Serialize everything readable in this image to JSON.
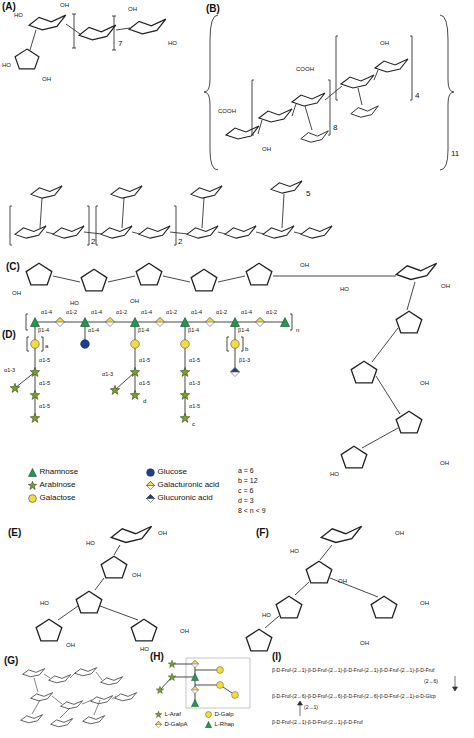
{
  "diagram": {
    "labels": [
      "(A)",
      "(B)",
      "(C)",
      "(D)",
      "(E)",
      "(F)",
      "(G)",
      "(H)",
      "(I)",
      "7",
      "8",
      "4",
      "11",
      "2",
      "2",
      "5",
      "OH",
      "HO",
      "OH",
      "HO",
      "OH",
      "HO",
      "COOH",
      "COOH",
      "OH",
      "OH",
      "OH",
      "HO",
      "OH",
      "OH",
      "HO",
      "OH",
      "OH",
      "OH",
      "HO",
      "OH",
      "HO",
      "OH",
      "HO",
      "OH",
      "OH",
      "HO",
      "OH",
      "HO",
      "OH",
      "HO",
      "OH",
      "OH",
      "a = 6",
      "b = 12",
      "c = 6",
      "d = 3",
      "8 < n < 9",
      "α1-4",
      "α1-2",
      "α1-4",
      "α1-2",
      "α1-4",
      "α1-2",
      "α1-4",
      "α1-2",
      "α1-4",
      "α1-2",
      "n",
      "β1-4",
      "α1-4",
      "β1-4",
      "β1-4",
      "β1-4",
      "a",
      "b",
      "α1-5",
      "α1-5",
      "α1-3",
      "α1-5",
      "α1-5",
      "α1-3",
      "d",
      "α1-5",
      "α1-3",
      "α1-5",
      "c",
      "β1-3",
      "α1-5",
      "β-D-Fruf-(2→1)-β-D-Fruf-(2→1)-β-D-Fruf-(2→1)-β-D-Fruf-(2→1)-β-D-Fruf",
      "(2→6)",
      "β-D-Fruf-(2→6)-β-D-Fruf-(2→6)-β-D-Fruf-(2→6)-β-D-Fruf-(2→1)-α-D-Glcp",
      "(2→1)",
      "β-D-Fruf-(2→1)-β-D-Fruf-(2→1)-β-D-Fruf"
    ],
    "legend": [
      {
        "text": "Rhamnose",
        "color": "#1f9a4c"
      },
      {
        "text": "Glucose",
        "color": "#1c3f94"
      },
      {
        "text": "Arabinose",
        "color": "#7aa02c"
      },
      {
        "text": "Galacturonic acid",
        "color": "#f5dc3c"
      },
      {
        "text": "Galactose",
        "color": "#f5dc3c"
      },
      {
        "text": "Glucuronic acid",
        "color": "#1c3f94"
      },
      {
        "text": "L-Araf",
        "color": "#7aa02c"
      },
      {
        "text": "D-Galp",
        "color": "#f5dc3c"
      },
      {
        "text": "D-GalpA",
        "color": "#f5dc3c"
      },
      {
        "text": "L-Rhap",
        "color": "#1f9a4c"
      }
    ]
  }
}
